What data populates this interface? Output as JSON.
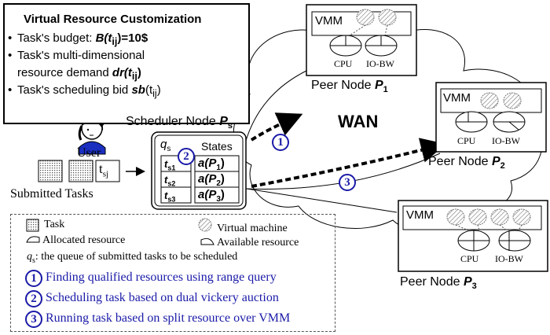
{
  "customization": {
    "title": "Virtual Resource Customization",
    "bullet1": {
      "text": "Task's budget: ",
      "formula": "B(t",
      "sub": "ij",
      "tail": ")=10$"
    },
    "bullet2": {
      "line1": "Task's multi-dimensional",
      "line2": "resource demand ",
      "formula": "dr(t",
      "sub": "ij",
      "tail": ")"
    },
    "bullet3": {
      "text": "Task's scheduling bid ",
      "formula": "sb",
      "formula2": "(t",
      "sub": "ij",
      "tail": ")"
    }
  },
  "user": {
    "label": "User"
  },
  "submitted": {
    "label": "Submitted Tasks",
    "task_label": "t",
    "task_sub": "sj"
  },
  "scheduler": {
    "title": "Scheduler Node ",
    "title_var": "P",
    "title_sub": "s",
    "queue_label": "q",
    "queue_sub": "s",
    "states_label": "States",
    "rows": [
      {
        "task": "t",
        "task_sub": "s1",
        "state": "a(P",
        "state_sub": "1",
        "state_tail": ")"
      },
      {
        "task": "t",
        "task_sub": "s2",
        "state": "a(P",
        "state_sub": "2",
        "state_tail": ")"
      },
      {
        "task": "t",
        "task_sub": "s3",
        "state": "a(P",
        "state_sub": "3",
        "state_tail": ")"
      }
    ]
  },
  "wan": {
    "label": "WAN"
  },
  "steps": [
    "1",
    "2",
    "3"
  ],
  "peers": [
    {
      "label": "Peer Node ",
      "var": "P",
      "sub": "1",
      "vmm": "VMM",
      "cpu": "CPU",
      "io": "IO-BW"
    },
    {
      "label": "Peer Node ",
      "var": "P",
      "sub": "2",
      "vmm": "VMM",
      "cpu": "CPU",
      "io": "IO-BW"
    },
    {
      "label": "Peer Node ",
      "var": "P",
      "sub": "3",
      "vmm": "VMM",
      "cpu": "CPU",
      "io": "IO-BW"
    }
  ],
  "legend": {
    "task": "Task",
    "vm": "Virtual machine",
    "allocated": "Allocated resource",
    "available": "Available resource",
    "queue_var": "q",
    "queue_sub": "s",
    "queue_desc": ":   the queue of submitted tasks to be scheduled",
    "steps": [
      {
        "num": "1",
        "text": "Finding qualified resources using range query"
      },
      {
        "num": "2",
        "text": "Scheduling task based on dual vickery auction"
      },
      {
        "num": "3",
        "text": "Running task based on split resource over VMM"
      }
    ]
  },
  "colors": {
    "step_blue": "#1a1aa8",
    "line": "#000000"
  }
}
